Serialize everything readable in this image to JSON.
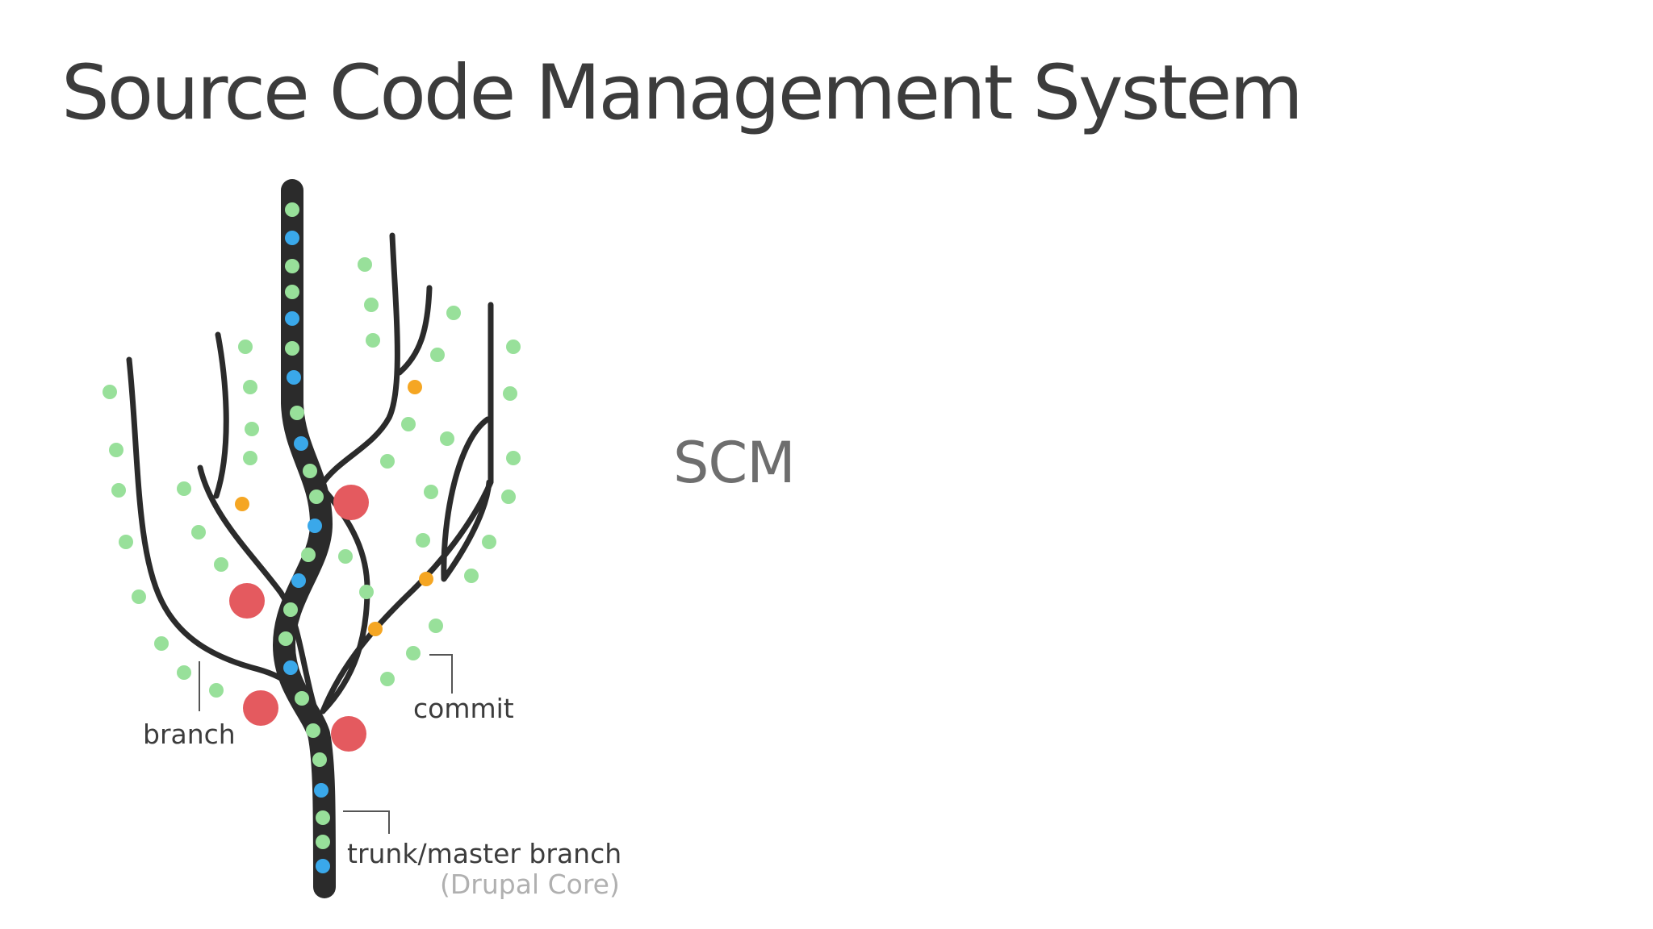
{
  "slide": {
    "title": "Source Code Management System",
    "subtitle": "SCM"
  },
  "diagram": {
    "labels": {
      "branch": "branch",
      "commit": "commit",
      "trunk": "trunk/master branch",
      "trunk_note": "(Drupal Core)"
    },
    "colors": {
      "line": "#2b2b2b",
      "green_commit": "#98e09a",
      "blue_commit": "#3aa8ea",
      "orange_commit": "#f5a623",
      "red_commit": "#e45a5f",
      "leader_line": "#555555"
    }
  }
}
